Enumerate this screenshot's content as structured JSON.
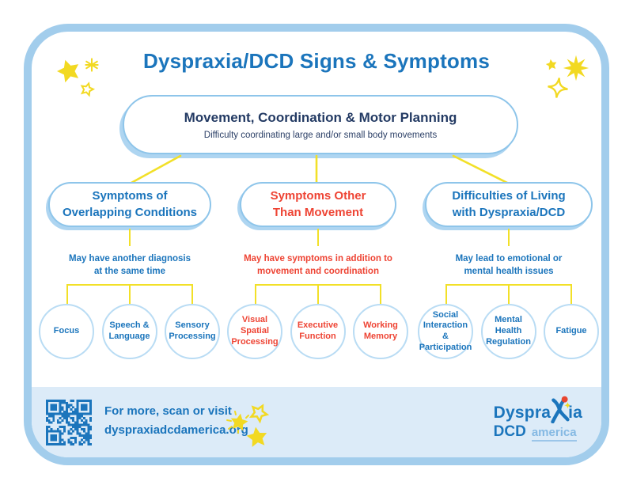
{
  "page": {
    "title": "Dyspraxia/DCD Signs & Symptoms"
  },
  "main_box": {
    "title": "Movement, Coordination & Motor Planning",
    "subtitle": "Difficulty coordinating large and/or small body movements"
  },
  "branches": [
    {
      "label": "Symptoms of\nOverlapping Conditions",
      "note": "May have another diagnosis\nat the same time",
      "color": "#1b75bc",
      "circles": [
        "Focus",
        "Speech &\nLanguage",
        "Sensory\nProcessing"
      ]
    },
    {
      "label": "Symptoms Other\nThan Movement",
      "note": "May have symptoms in addition to\nmovement and coordination",
      "color": "#ee4434",
      "circles": [
        "Visual\nSpatial\nProcessing",
        "Executive\nFunction",
        "Working\nMemory"
      ]
    },
    {
      "label": "Difficulties of Living\nwith Dyspraxia/DCD",
      "note": "May lead to emotional or\nmental health issues",
      "color": "#1b75bc",
      "circles": [
        "Social\nInteraction &\nParticipation",
        "Mental\nHealth\nRegulation",
        "Fatigue"
      ]
    }
  ],
  "footer": {
    "scan_line1": "For more, scan or visit",
    "scan_line2": "dyspraxiadcdamerica.org",
    "logo": {
      "word_prefix": "Dyspra",
      "word_suffix": "ia",
      "line2": "DCD",
      "line2_sub": "america"
    }
  },
  "icons": {
    "qr": "qr-code-icon",
    "stars": "star-icon",
    "logo_figure": "leaping-person-icon"
  },
  "colors": {
    "brand_blue": "#1b75bc",
    "navy": "#233a63",
    "accent_red": "#ee4434",
    "star_yellow": "#f2d922",
    "line_yellow": "#f2e028",
    "border_blue": "#a2cdec",
    "footer_bg": "#dcebf8"
  }
}
